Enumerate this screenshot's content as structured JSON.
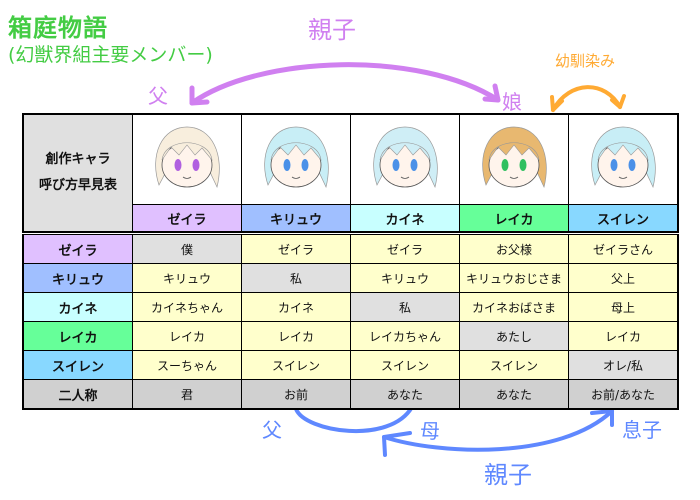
{
  "title": "箱庭物語",
  "subtitle": "(幻獣界組主要メンバー)",
  "annotations": {
    "top_relation": "親子",
    "top_father": "父",
    "top_daughter": "娘",
    "childhood_friends": "幼馴染み",
    "bottom_father": "父",
    "bottom_mother": "母",
    "bottom_son": "息子",
    "bottom_relation": "親子"
  },
  "colors": {
    "title": "#44cc44",
    "purple_arrow": "#d080f0",
    "orange_arrow": "#ffaa33",
    "blue_arrow": "#5f88ff"
  },
  "table": {
    "corner_line1": "創作キャラ",
    "corner_line2": "呼び方早見表",
    "characters": [
      {
        "name": "ゼイラ",
        "color": "#e0c0ff",
        "hair": "#f8eedd",
        "eye": "#b060e0"
      },
      {
        "name": "キリュウ",
        "color": "#a0bfff",
        "hair": "#c8eef6",
        "eye": "#4a90e8"
      },
      {
        "name": "カイネ",
        "color": "#c8ffff",
        "hair": "#cfeef6",
        "eye": "#4a90e8"
      },
      {
        "name": "レイカ",
        "color": "#66ff99",
        "hair": "#e8b870",
        "eye": "#30c060"
      },
      {
        "name": "スイレン",
        "color": "#88d8ff",
        "hair": "#c8eef6",
        "eye": "#4a90e8"
      }
    ],
    "rows": [
      {
        "label": "ゼイラ",
        "cells": [
          "僕",
          "ゼイラ",
          "ゼイラ",
          "お父様",
          "ゼイラさん"
        ]
      },
      {
        "label": "キリュウ",
        "cells": [
          "キリュウ",
          "私",
          "キリュウ",
          "キリュウおじさま",
          "父上"
        ]
      },
      {
        "label": "カイネ",
        "cells": [
          "カイネちゃん",
          "カイネ",
          "私",
          "カイネおばさま",
          "母上"
        ]
      },
      {
        "label": "レイカ",
        "cells": [
          "レイカ",
          "レイカ",
          "レイカちゃん",
          "あたし",
          "レイカ"
        ]
      },
      {
        "label": "スイレン",
        "cells": [
          "スーちゃん",
          "スイレン",
          "スイレン",
          "スイレン",
          "オレ/私"
        ]
      }
    ],
    "second_person": {
      "label": "二人称",
      "cells": [
        "君",
        "お前",
        "あなた",
        "あなた",
        "お前/あなた"
      ]
    }
  }
}
